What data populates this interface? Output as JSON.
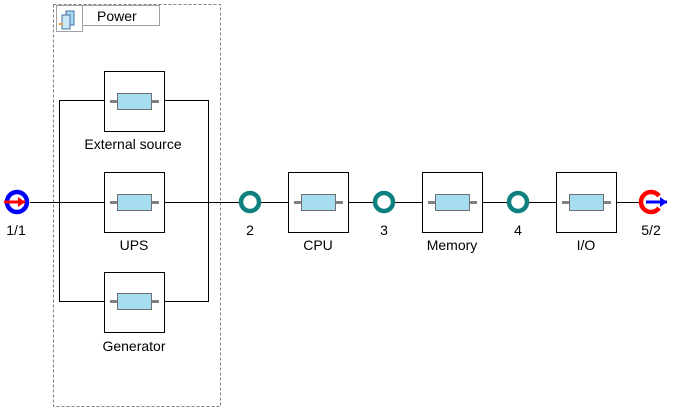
{
  "group": {
    "title": "Power",
    "icon": "stacked-blocks-icon"
  },
  "blocks": {
    "external_source": "External source",
    "ups": "UPS",
    "generator": "Generator",
    "cpu": "CPU",
    "memory": "Memory",
    "io": "I/O"
  },
  "nodes": {
    "start": "1/1",
    "n2": "2",
    "n3": "3",
    "n4": "4",
    "end": "5/2"
  },
  "colors": {
    "line": "#000000",
    "block_fill": "#a6dcef",
    "block_connector": "#808080",
    "node_teal": "#0f8080",
    "start_blue": "#0000ff",
    "end_red": "#ff0000",
    "group_border": "#808080"
  }
}
